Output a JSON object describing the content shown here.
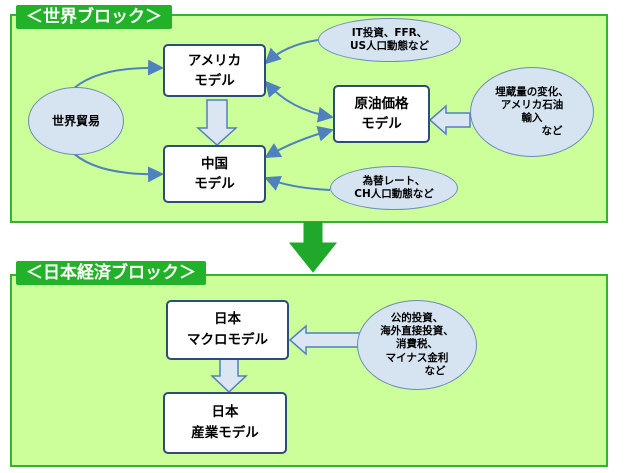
{
  "world_block": {
    "title": "＜世界ブロック＞",
    "america_model": {
      "line1": "アメリカ",
      "line2": "モデル"
    },
    "china_model": {
      "line1": "中国",
      "line2": "モデル"
    },
    "oil_model": {
      "line1": "原油価格",
      "line2": "モデル"
    },
    "world_trade": "世界貿易",
    "america_inputs": {
      "line1": "IT投資、FFR、",
      "line2": "US人口動態など"
    },
    "china_inputs": {
      "line1": "為替レート、",
      "line2": "CH人口動態など"
    },
    "oil_inputs": {
      "line1": "埋蔵量の変化、",
      "line2": "アメリカ石油",
      "line3": "輸入",
      "line4": "など"
    }
  },
  "japan_block": {
    "title": "＜日本経済ブロック＞",
    "macro_model": {
      "line1": "日本",
      "line2": "マクロモデル"
    },
    "industry_model": {
      "line1": "日本",
      "line2": "産業モデル"
    },
    "policy_inputs": {
      "line1": "公的投資、",
      "line2": "海外直接投資、",
      "line3": "消費税、",
      "line4": "マイナス金利",
      "line5": "など"
    }
  },
  "colors": {
    "panel_fill": "#ccff99",
    "panel_border": "#33b233",
    "tab_fill": "#22b22a",
    "box_border": "#2c4d75",
    "oval_fill": "#d6e3f0",
    "connector": "#4f81bd",
    "down_arrow": "#1fa82a"
  }
}
